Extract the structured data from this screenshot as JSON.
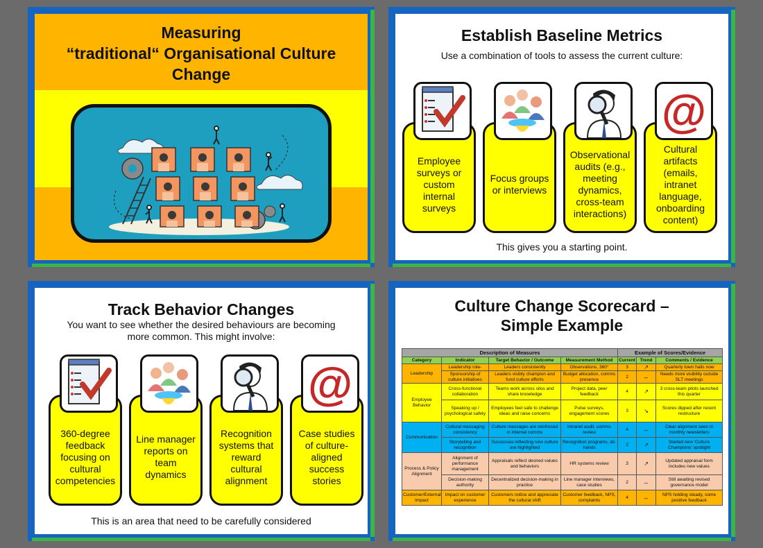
{
  "slide1": {
    "title_line1": "Measuring",
    "title_line2": "“traditional“ Organisational Culture",
    "title_line3": "Change"
  },
  "slide2": {
    "title": "Establish Baseline Metrics",
    "subtitle": "Use a combination of tools to assess the current culture:",
    "cards": [
      {
        "icon": "survey-checklist-icon",
        "label": "Employee surveys or custom internal surveys"
      },
      {
        "icon": "focus-group-people-icon",
        "label": "Focus groups or interviews"
      },
      {
        "icon": "magnifying-glass-observer-icon",
        "label": "Observational audits (e.g., meeting dynamics, cross-team interactions)"
      },
      {
        "icon": "at-sign-icon",
        "label": "Cultural artifacts (emails, intranet language, onboarding content)"
      }
    ],
    "footer": "This gives you a starting point."
  },
  "slide3": {
    "title": "Track Behavior Changes",
    "subtitle": "You want to see whether the desired behaviours are becoming more common. This might involve:",
    "cards": [
      {
        "icon": "survey-checklist-icon",
        "label": "360-degree feedback focusing on cultural competencies"
      },
      {
        "icon": "focus-group-people-icon",
        "label": "Line manager reports on team dynamics"
      },
      {
        "icon": "magnifying-glass-observer-icon",
        "label": "Recognition systems that reward cultural alignment"
      },
      {
        "icon": "at-sign-icon",
        "label": "Case studies of culture-aligned success stories"
      }
    ],
    "footer": "This is an area that need to be carefully considered"
  },
  "slide4": {
    "title_line1": "Culture Change Scorecard –",
    "title_line2": "Simple Example",
    "group_headers": [
      "Description of Measures",
      "Example of Scores/Evidence"
    ],
    "columns": [
      "Category",
      "Indicator",
      "Target Behavior / Outcome",
      "Measurement Method",
      "Current",
      "Trend",
      "Comments / Evidence"
    ],
    "rows": [
      {
        "category": "Leadership",
        "indicator": "Leadership role-",
        "target": "Leaders consistently",
        "method": "Observations, 360°",
        "current": "3",
        "trend": "↗",
        "comments": "Quarterly town halls now"
      },
      {
        "category": "",
        "indicator": "Sponsorship of culture initiatives",
        "target": "Leaders visibly champion and fund culture efforts",
        "method": "Budget allocation, comms presence",
        "current": "2",
        "trend": "↔",
        "comments": "Needs more visibility outside SLT meetings"
      },
      {
        "category": "Employee Behavior",
        "indicator": "Cross-functional collaboration",
        "target": "Teams work across silos and share knowledge",
        "method": "Project data, peer feedback",
        "current": "4",
        "trend": "↗",
        "comments": "3 cross-team pilots launched this quarter"
      },
      {
        "category": "",
        "indicator": "Speaking up / psychological safety",
        "target": "Employees feel safe to challenge ideas and raise concerns",
        "method": "Pulse surveys, engagement scores",
        "current": "3",
        "trend": "↘",
        "comments": "Scores dipped after recent restructure"
      },
      {
        "category": "Communication",
        "indicator": "Cultural messaging consistency",
        "target": "Culture messages are reinforced in internal comms",
        "method": "Intranet audit, comms review",
        "current": "4",
        "trend": "↔",
        "comments": "Clear alignment seen in monthly newsletters"
      },
      {
        "category": "",
        "indicator": "Storytelling and recognition",
        "target": "Successes reflecting new culture are highlighted",
        "method": "Recognition programs, all-hands",
        "current": "2",
        "trend": "↗",
        "comments": "Started new 'Culture Champions' spotlight"
      },
      {
        "category": "Process & Policy Alignment",
        "indicator": "Alignment of performance management",
        "target": "Appraisals reflect desired values and behaviors",
        "method": "HR systems review",
        "current": "3",
        "trend": "↗",
        "comments": "Updated appraisal form includes new values"
      },
      {
        "category": "",
        "indicator": "Decision-making authority",
        "target": "Decentralized decision-making in practice",
        "method": "Line manager interviews, case studies",
        "current": "2",
        "trend": "↔",
        "comments": "Still awaiting revised governance model"
      },
      {
        "category": "Customer/External Impact",
        "indicator": "Impact on customer experience",
        "target": "Customers notice and appreciate the cultural shift",
        "method": "Customer feedback, NPS, complaints",
        "current": "4",
        "trend": "↔",
        "comments": "NPS holding steady, some positive feedback"
      }
    ]
  }
}
